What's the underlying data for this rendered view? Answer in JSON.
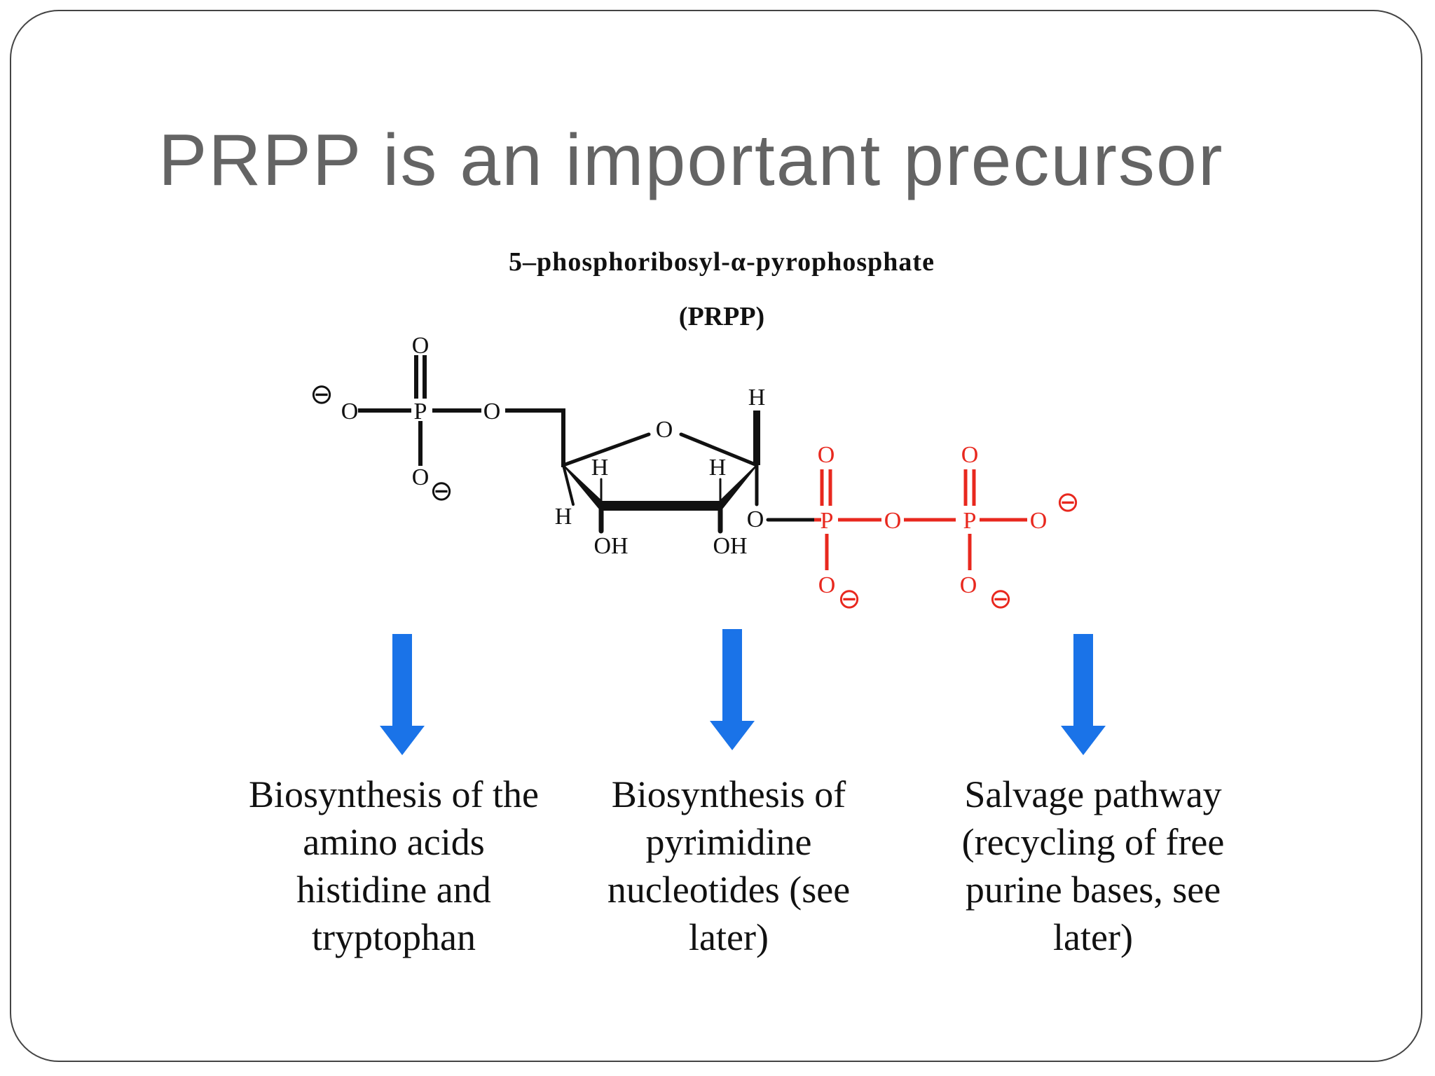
{
  "slide": {
    "title": "PRPP is an important precursor"
  },
  "molecule": {
    "name": "5–phosphoribosyl-α-pyrophosphate",
    "abbreviation": "(PRPP)",
    "atoms": {
      "o": "O",
      "p": "P",
      "h": "H",
      "oh": "OH",
      "minus": "⊖"
    },
    "colors": {
      "bonds": "#111111",
      "pyrophosphate": "#e8281e",
      "arrow": "#1a73e8"
    }
  },
  "outcomes": [
    {
      "text": "Biosynthesis of the amino acids histidine and tryptophan"
    },
    {
      "text": "Biosynthesis of pyrimidine nucleotides (see later)"
    },
    {
      "text": "Salvage pathway (recycling of free purine bases, see later)"
    }
  ]
}
